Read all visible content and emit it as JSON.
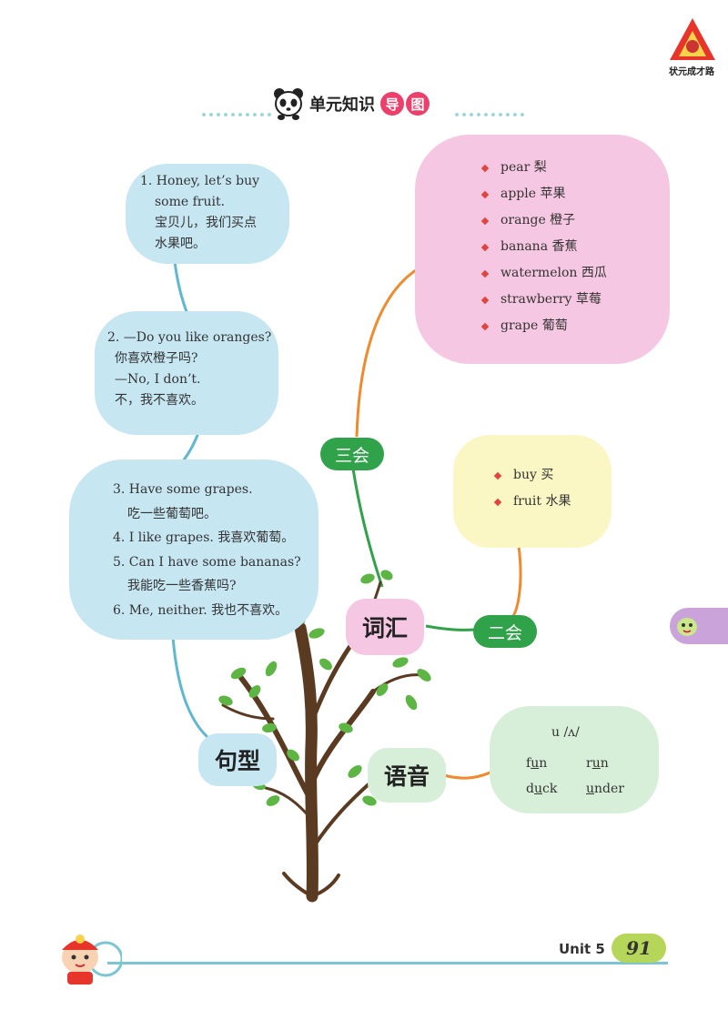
{
  "header": {
    "title": "单元知识",
    "badge_chars": [
      "导",
      "图"
    ],
    "logo_text": "状元成才路"
  },
  "sentences": {
    "b1": [
      "1. Honey, let’s buy",
      "some fruit.",
      "宝贝儿，我们买点",
      "水果吧。"
    ],
    "b2": [
      "2. —Do you like oranges?",
      "你喜欢橙子吗?",
      "—No, I don’t.",
      "不，我不喜欢。"
    ],
    "b3": [
      "3. Have some grapes.",
      "吃一些葡萄吧。",
      "4. I like grapes. 我喜欢葡萄。",
      "5. Can I have some bananas?",
      "我能吃一些香蕉吗?",
      "6. Me, neither. 我也不喜欢。"
    ]
  },
  "vocab_san": [
    "pear 梨",
    "apple 苹果",
    "orange 橙子",
    "banana 香蕉",
    "watermelon 西瓜",
    "strawberry 草莓",
    "grape 葡萄"
  ],
  "vocab_er": [
    "buy 买",
    "fruit 水果"
  ],
  "phonics": {
    "heading": "u /ʌ/",
    "words": [
      {
        "pre": "f",
        "u": "u",
        "post": "n"
      },
      {
        "pre": "r",
        "u": "u",
        "post": "n"
      },
      {
        "pre": "d",
        "u": "u",
        "post": "ck"
      },
      {
        "pre": "",
        "u": "u",
        "post": "nder"
      }
    ]
  },
  "labels": {
    "san_hui": "三会",
    "er_hui": "二会",
    "cihui": "词汇",
    "juxing": "句型",
    "yuyin": "语音"
  },
  "footer": {
    "unit": "Unit 5",
    "page": "91"
  },
  "colors": {
    "accent_green": "#2fa24a",
    "orange_line": "#f08a2c",
    "blue_line": "#5fb8d2",
    "pink_badge": "#ec3f6b"
  }
}
